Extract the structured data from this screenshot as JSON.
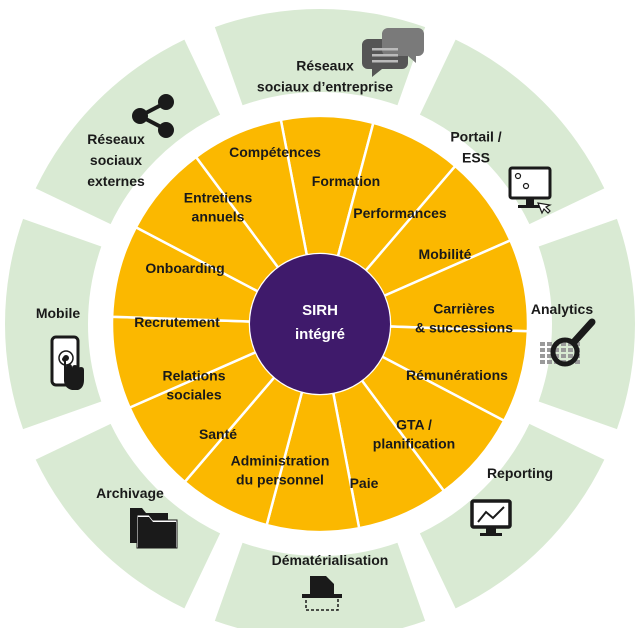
{
  "center": {
    "line1": "SIRH",
    "line2": "intégré",
    "color": "#3f1a6b"
  },
  "colors": {
    "inner_fill": "#fbb800",
    "outer_fill": "#d9ead3",
    "separator": "#ffffff",
    "text": "#1a1a1a",
    "icon": "#1a1a1a"
  },
  "inner_segments": [
    {
      "id": "competences",
      "lines": [
        "Compétences"
      ]
    },
    {
      "id": "formation",
      "lines": [
        "Formation"
      ]
    },
    {
      "id": "performances",
      "lines": [
        "Performances"
      ]
    },
    {
      "id": "mobilite",
      "lines": [
        "Mobilité"
      ]
    },
    {
      "id": "carrieres",
      "lines": [
        "Carrières",
        "& successions"
      ]
    },
    {
      "id": "remunerations",
      "lines": [
        "Rémunérations"
      ]
    },
    {
      "id": "gta",
      "lines": [
        "GTA /",
        "planification"
      ]
    },
    {
      "id": "paie",
      "lines": [
        "Paie"
      ]
    },
    {
      "id": "administration",
      "lines": [
        "Administration",
        "du personnel"
      ]
    },
    {
      "id": "sante",
      "lines": [
        "Santé"
      ]
    },
    {
      "id": "relations-sociales",
      "lines": [
        "Relations",
        "sociales"
      ]
    },
    {
      "id": "recrutement",
      "lines": [
        "Recrutement"
      ]
    },
    {
      "id": "onboarding",
      "lines": [
        "Onboarding"
      ]
    },
    {
      "id": "entretiens",
      "lines": [
        "Entretiens",
        "annuels"
      ]
    }
  ],
  "outer_segments": [
    {
      "id": "reseaux-entreprise",
      "lines": [
        "Réseaux",
        "sociaux d’entreprise"
      ],
      "icon": "chat-bubbles-icon"
    },
    {
      "id": "portail-ess",
      "lines": [
        "Portail /",
        "ESS"
      ],
      "icon": "screen-click-icon"
    },
    {
      "id": "analytics",
      "lines": [
        "Analytics"
      ],
      "icon": "magnifier-icon"
    },
    {
      "id": "reporting",
      "lines": [
        "Reporting"
      ],
      "icon": "monitor-chart-icon"
    },
    {
      "id": "dematerialisation",
      "lines": [
        "Dématérialisation"
      ],
      "icon": "document-scan-icon"
    },
    {
      "id": "archivage",
      "lines": [
        "Archivage"
      ],
      "icon": "folders-icon"
    },
    {
      "id": "mobile",
      "lines": [
        "Mobile"
      ],
      "icon": "smartphone-touch-icon"
    },
    {
      "id": "reseaux-externes",
      "lines": [
        "Réseaux",
        "sociaux",
        "externes"
      ],
      "icon": "share-icon"
    }
  ]
}
